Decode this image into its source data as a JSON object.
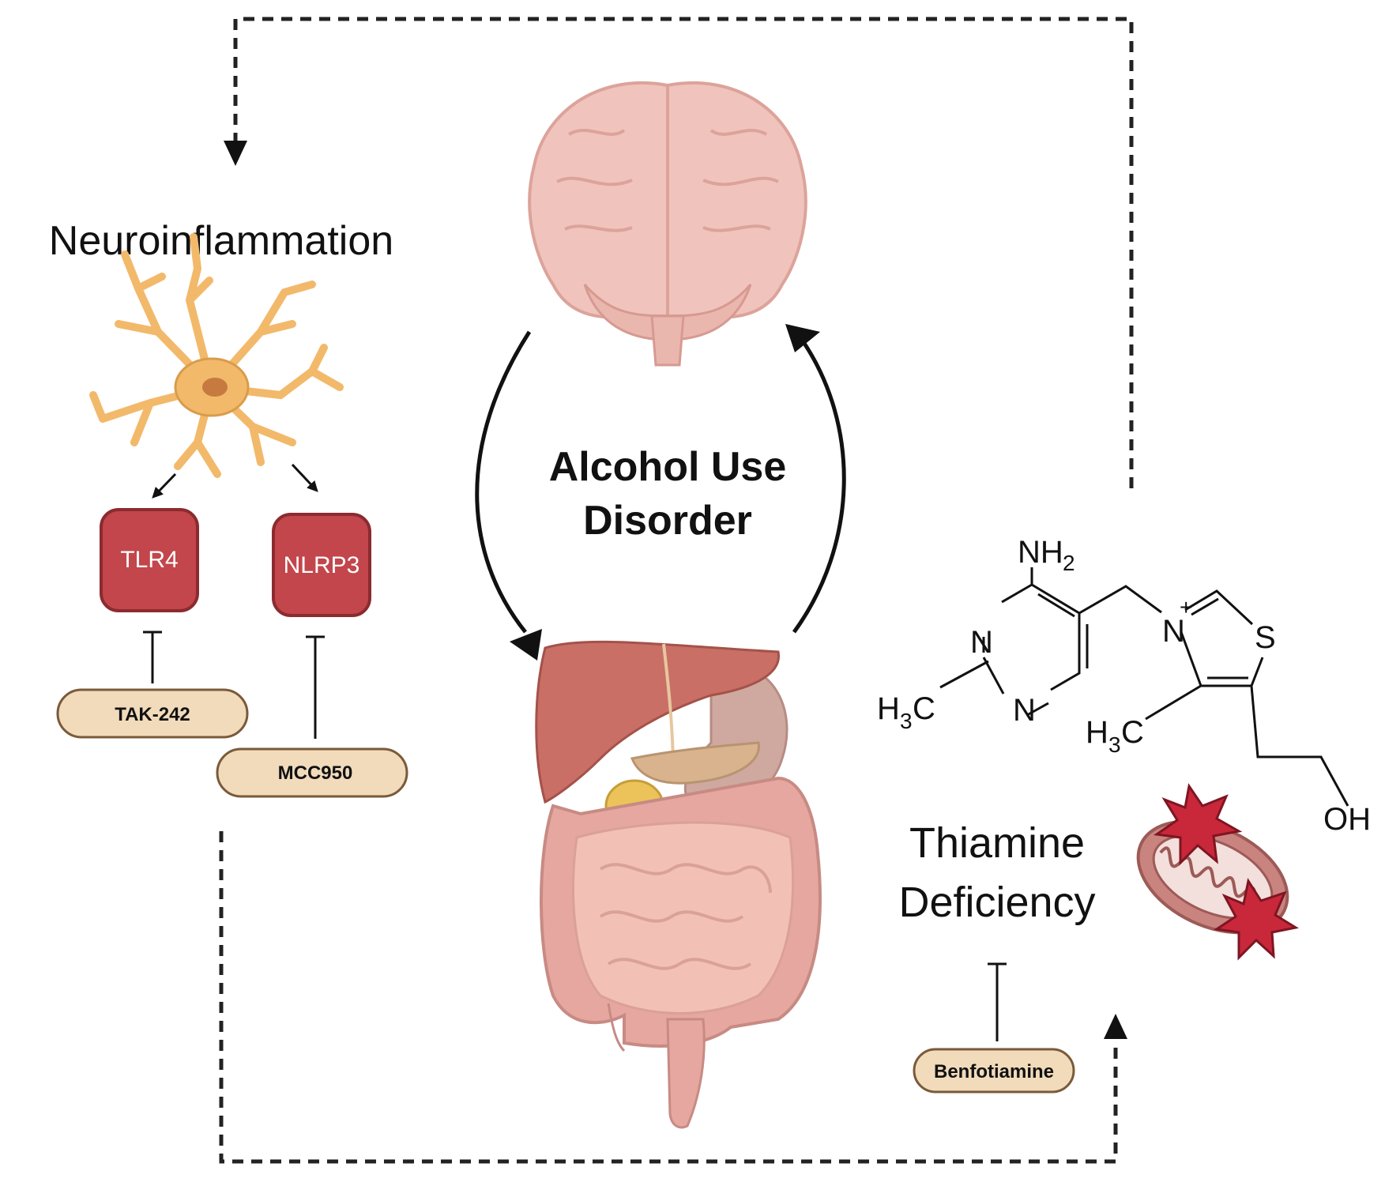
{
  "center_label": {
    "line1": "Alcohol Use",
    "line2": "Disorder"
  },
  "neuroinflammation": {
    "title": "Neuroinflammation",
    "targets": [
      {
        "label": "TLR4",
        "inhibitor": "TAK-242"
      },
      {
        "label": "NLRP3",
        "inhibitor": "MCC950"
      }
    ]
  },
  "thiamine": {
    "title_line1": "Thiamine",
    "title_line2": "Deficiency",
    "inhibitor": "Benfotiamine",
    "molecule_labels": {
      "amine": "NH",
      "amine_sub": "2",
      "n_ring_a": "N",
      "n_ring_b": "N",
      "n_plus": "N",
      "charge": "+",
      "sulfur": "S",
      "methyl_1": "H",
      "methyl_1_sub": "3",
      "methyl_1_tail": "C",
      "methyl_2": "H",
      "methyl_2_sub": "3",
      "methyl_2_tail": "C",
      "hydroxyl": "OH"
    }
  },
  "colors": {
    "target_fill": "#c2464b",
    "target_stroke": "#8b2b30",
    "pill_fill": "#f1dbbb",
    "pill_stroke": "#7a5a3a",
    "astrocyte": "#f2b96b",
    "brain": "#f0c4bd",
    "liver": "#c96f66",
    "intestine": "#f3c0b6",
    "mito_damage": "#c8283a"
  },
  "icons": [
    "brain-icon",
    "astrocyte-icon",
    "digestive-system-icon",
    "mitochondria-damage-icon",
    "thiamine-structure"
  ]
}
